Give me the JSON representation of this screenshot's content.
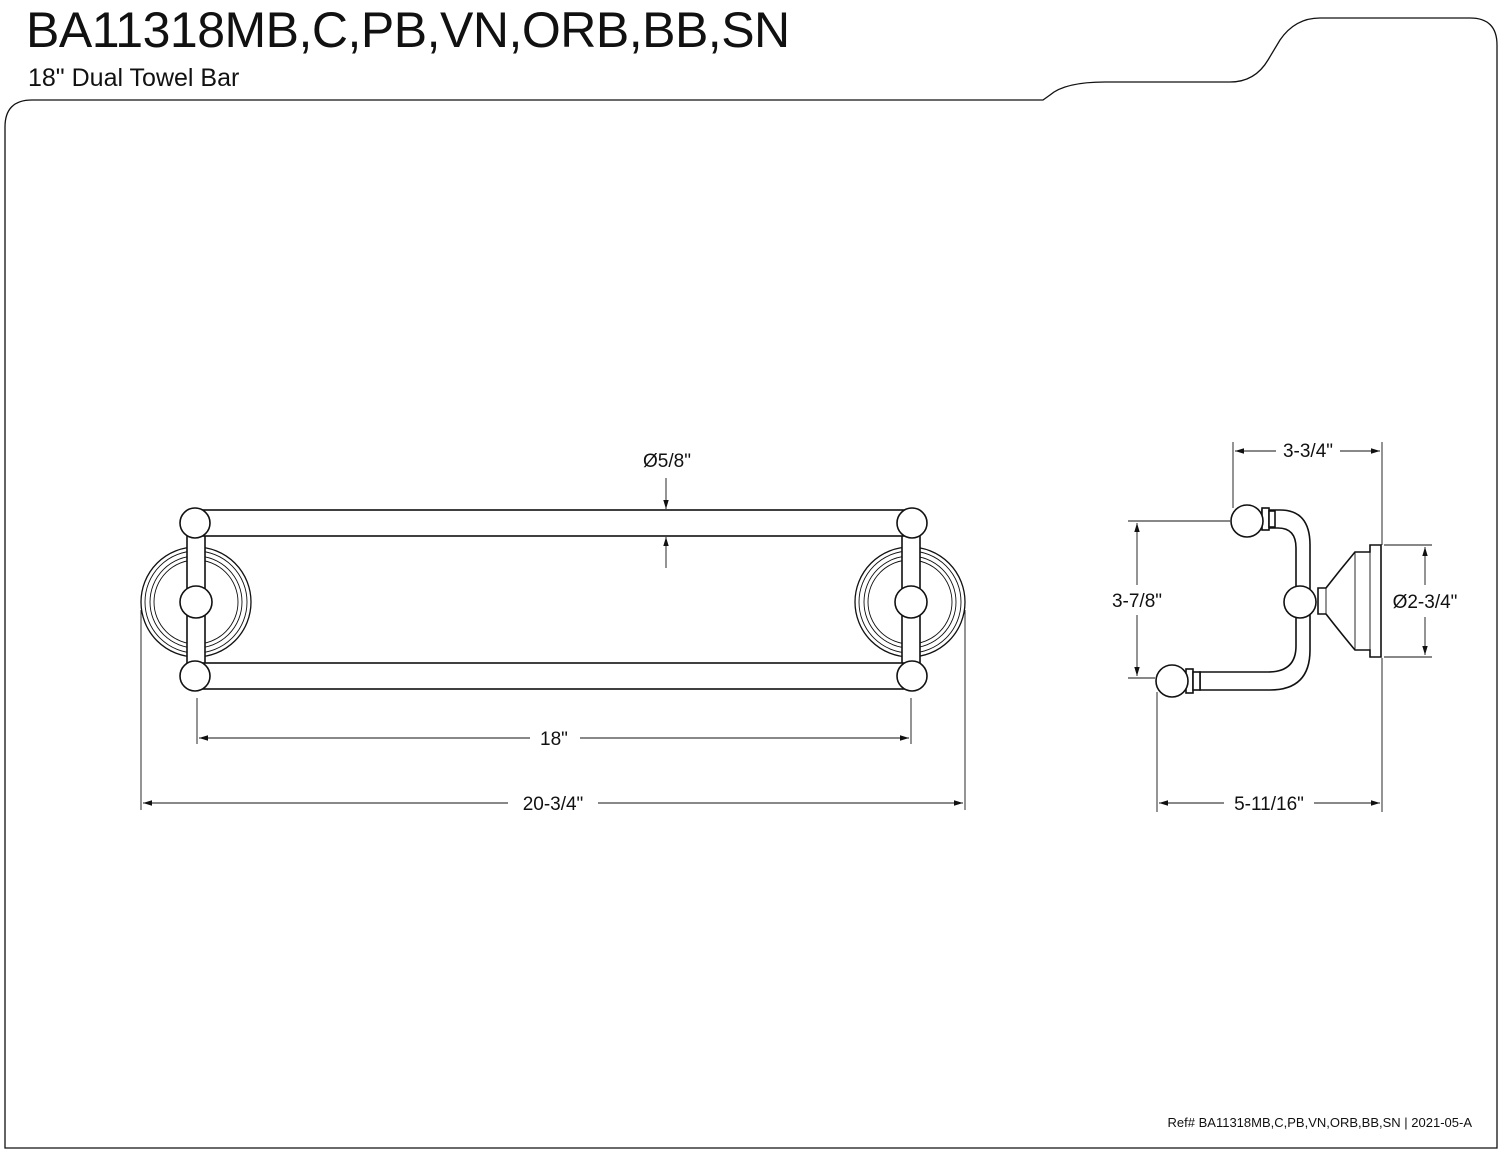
{
  "header": {
    "model_numbers": "BA11318MB,C,PB,VN,ORB,BB,SN",
    "product_name": "18\"  Dual Towel Bar"
  },
  "front_view": {
    "bar_diameter": "Ø5/8\"",
    "bar_length": "18\"",
    "overall_length": "20-3/4\""
  },
  "side_view": {
    "projection_top": "3-3/4\"",
    "bar_spacing": "3-7/8\"",
    "flange_diameter": "Ø2-3/4\"",
    "projection_bottom": "5-11/16\""
  },
  "footer": {
    "reference": "Ref# BA11318MB,C,PB,VN,ORB,BB,SN | 2021-05-A"
  }
}
